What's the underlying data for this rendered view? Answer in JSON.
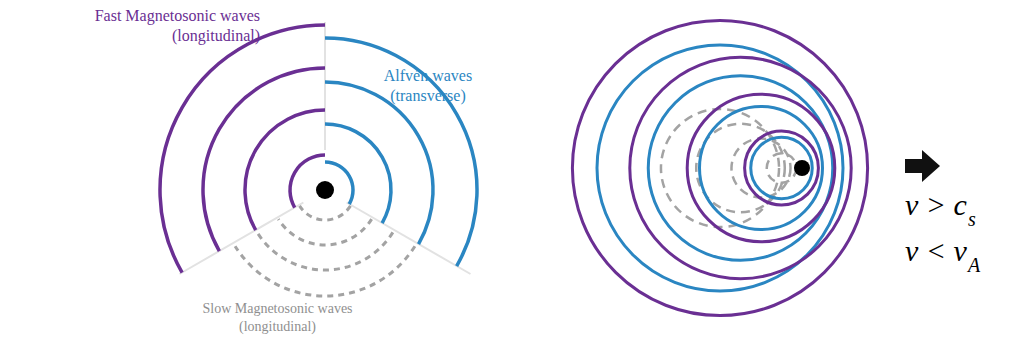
{
  "diagram": {
    "labels": [
      "Fast Magnetosonic waves (longitudinal)",
      "Alfvén waves (transverse)",
      "Slow Magnetosonic waves (longitudinal)",
      "v > c",
      "s",
      "v < v",
      "A"
    ]
  }
}
